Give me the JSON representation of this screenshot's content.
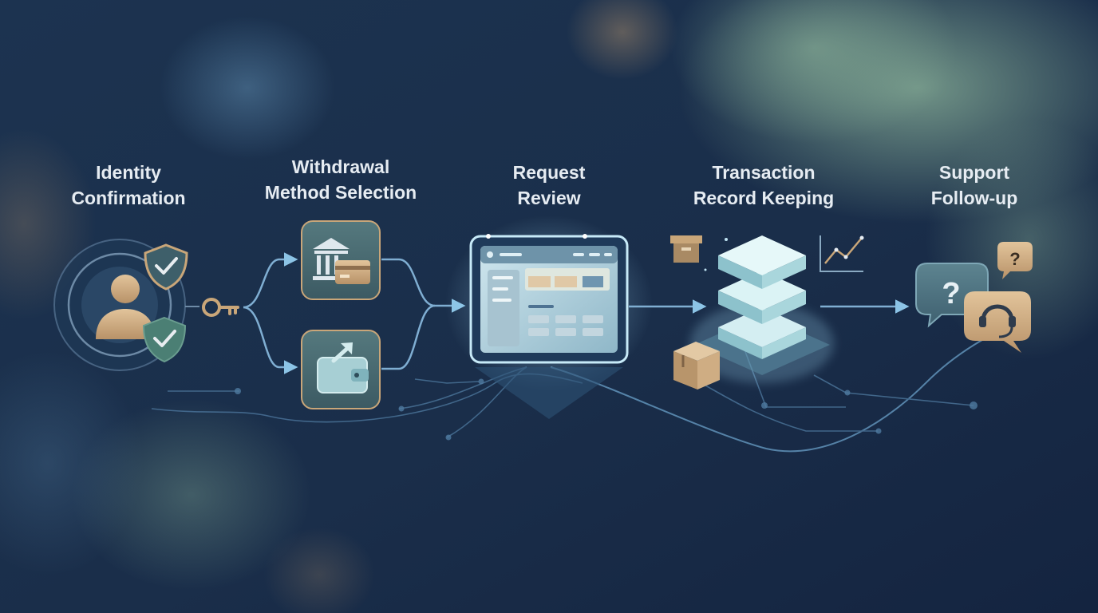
{
  "steps": [
    {
      "id": "identity",
      "lines": [
        "Identity",
        "Confirmation"
      ],
      "icons": [
        "user-icon",
        "shield-check-icon",
        "shield-check-icon",
        "key-icon"
      ]
    },
    {
      "id": "method",
      "lines": [
        "Withdrawal",
        "Method Selection"
      ],
      "icons": [
        "bank-card-icon",
        "wallet-icon"
      ]
    },
    {
      "id": "review",
      "lines": [
        "Request",
        "Review"
      ],
      "icons": [
        "tablet-dashboard-icon"
      ]
    },
    {
      "id": "record",
      "lines": [
        "Transaction",
        "Record Keeping"
      ],
      "icons": [
        "database-stack-icon",
        "archive-box-icon",
        "package-icon",
        "line-chart-icon"
      ]
    },
    {
      "id": "support",
      "lines": [
        "Support",
        "Follow-up"
      ],
      "icons": [
        "question-bubble-icon",
        "question-bubble-icon",
        "headset-bubble-icon"
      ]
    }
  ],
  "colors": {
    "background_deep": "#142440",
    "background_mid": "#22405c",
    "glow_green": "#6f9a86",
    "text": "#e6ecf2",
    "accent_blue": "#7fb4d8",
    "accent_gold": "#c9a679",
    "tile_teal": "#5d8488"
  }
}
